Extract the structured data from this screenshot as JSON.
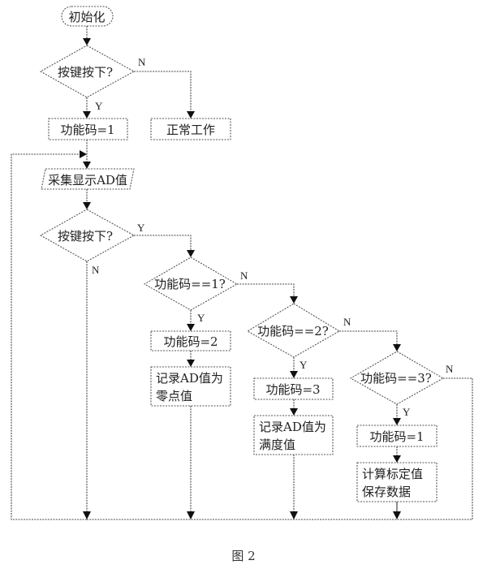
{
  "figure": {
    "caption": "图 2",
    "nodes": {
      "start": "初始化",
      "key_check_1": "按键按下?",
      "set_code_1_init": "功能码=1",
      "normal_work": "正常工作",
      "acquire_display": "采集显示AD值",
      "key_check_2": "按键按下?",
      "code_eq_1": "功能码==1?",
      "set_code_2": "功能码=2",
      "record_zero_line1": "记录AD值为",
      "record_zero_line2": "零点值",
      "code_eq_2": "功能码==2?",
      "set_code_3": "功能码=3",
      "record_full_line1": "记录AD值为",
      "record_full_line2": "满度值",
      "code_eq_3": "功能码==3?",
      "set_code_1_final": "功能码=1",
      "calc_line1": "计算标定值",
      "calc_line2": "保存数据"
    },
    "edge_labels": {
      "yes": "Y",
      "no": "N"
    }
  }
}
